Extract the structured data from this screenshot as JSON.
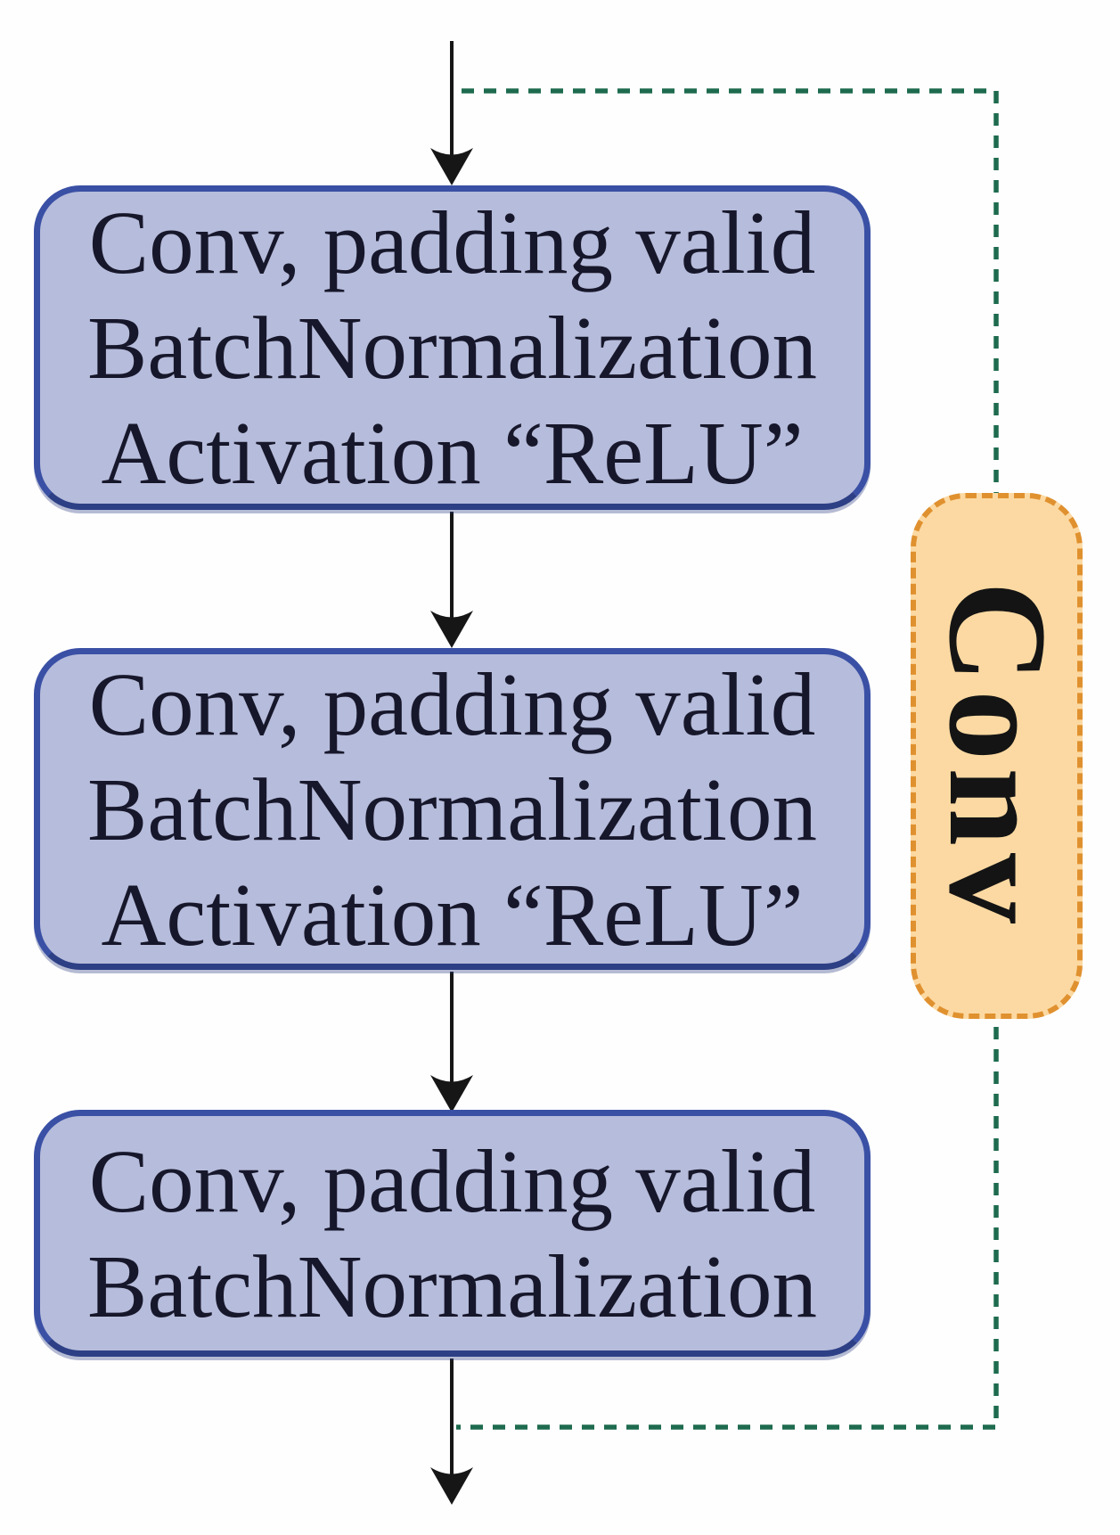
{
  "diagram": {
    "kind": "residual-convolution-block-flowchart",
    "blocks": {
      "block1": {
        "line1": "Conv, padding valid",
        "line2": "BatchNormalization",
        "line3": "Activation “ReLU”"
      },
      "block2": {
        "line1": "Conv, padding valid",
        "line2": "BatchNormalization",
        "line3": "Activation “ReLU”"
      },
      "block3": {
        "line1": "Conv, padding valid",
        "line2": "BatchNormalization"
      },
      "skip_box": {
        "label": "Conv"
      }
    },
    "colors": {
      "box_fill": "#b6bcdb",
      "box_border": "#3a50a5",
      "skip_fill": "#fcd9a2",
      "skip_border": "#e0912f",
      "dash_green": "#1e6b4f",
      "arrow_black": "#161616",
      "text_color": "#17172b"
    }
  }
}
